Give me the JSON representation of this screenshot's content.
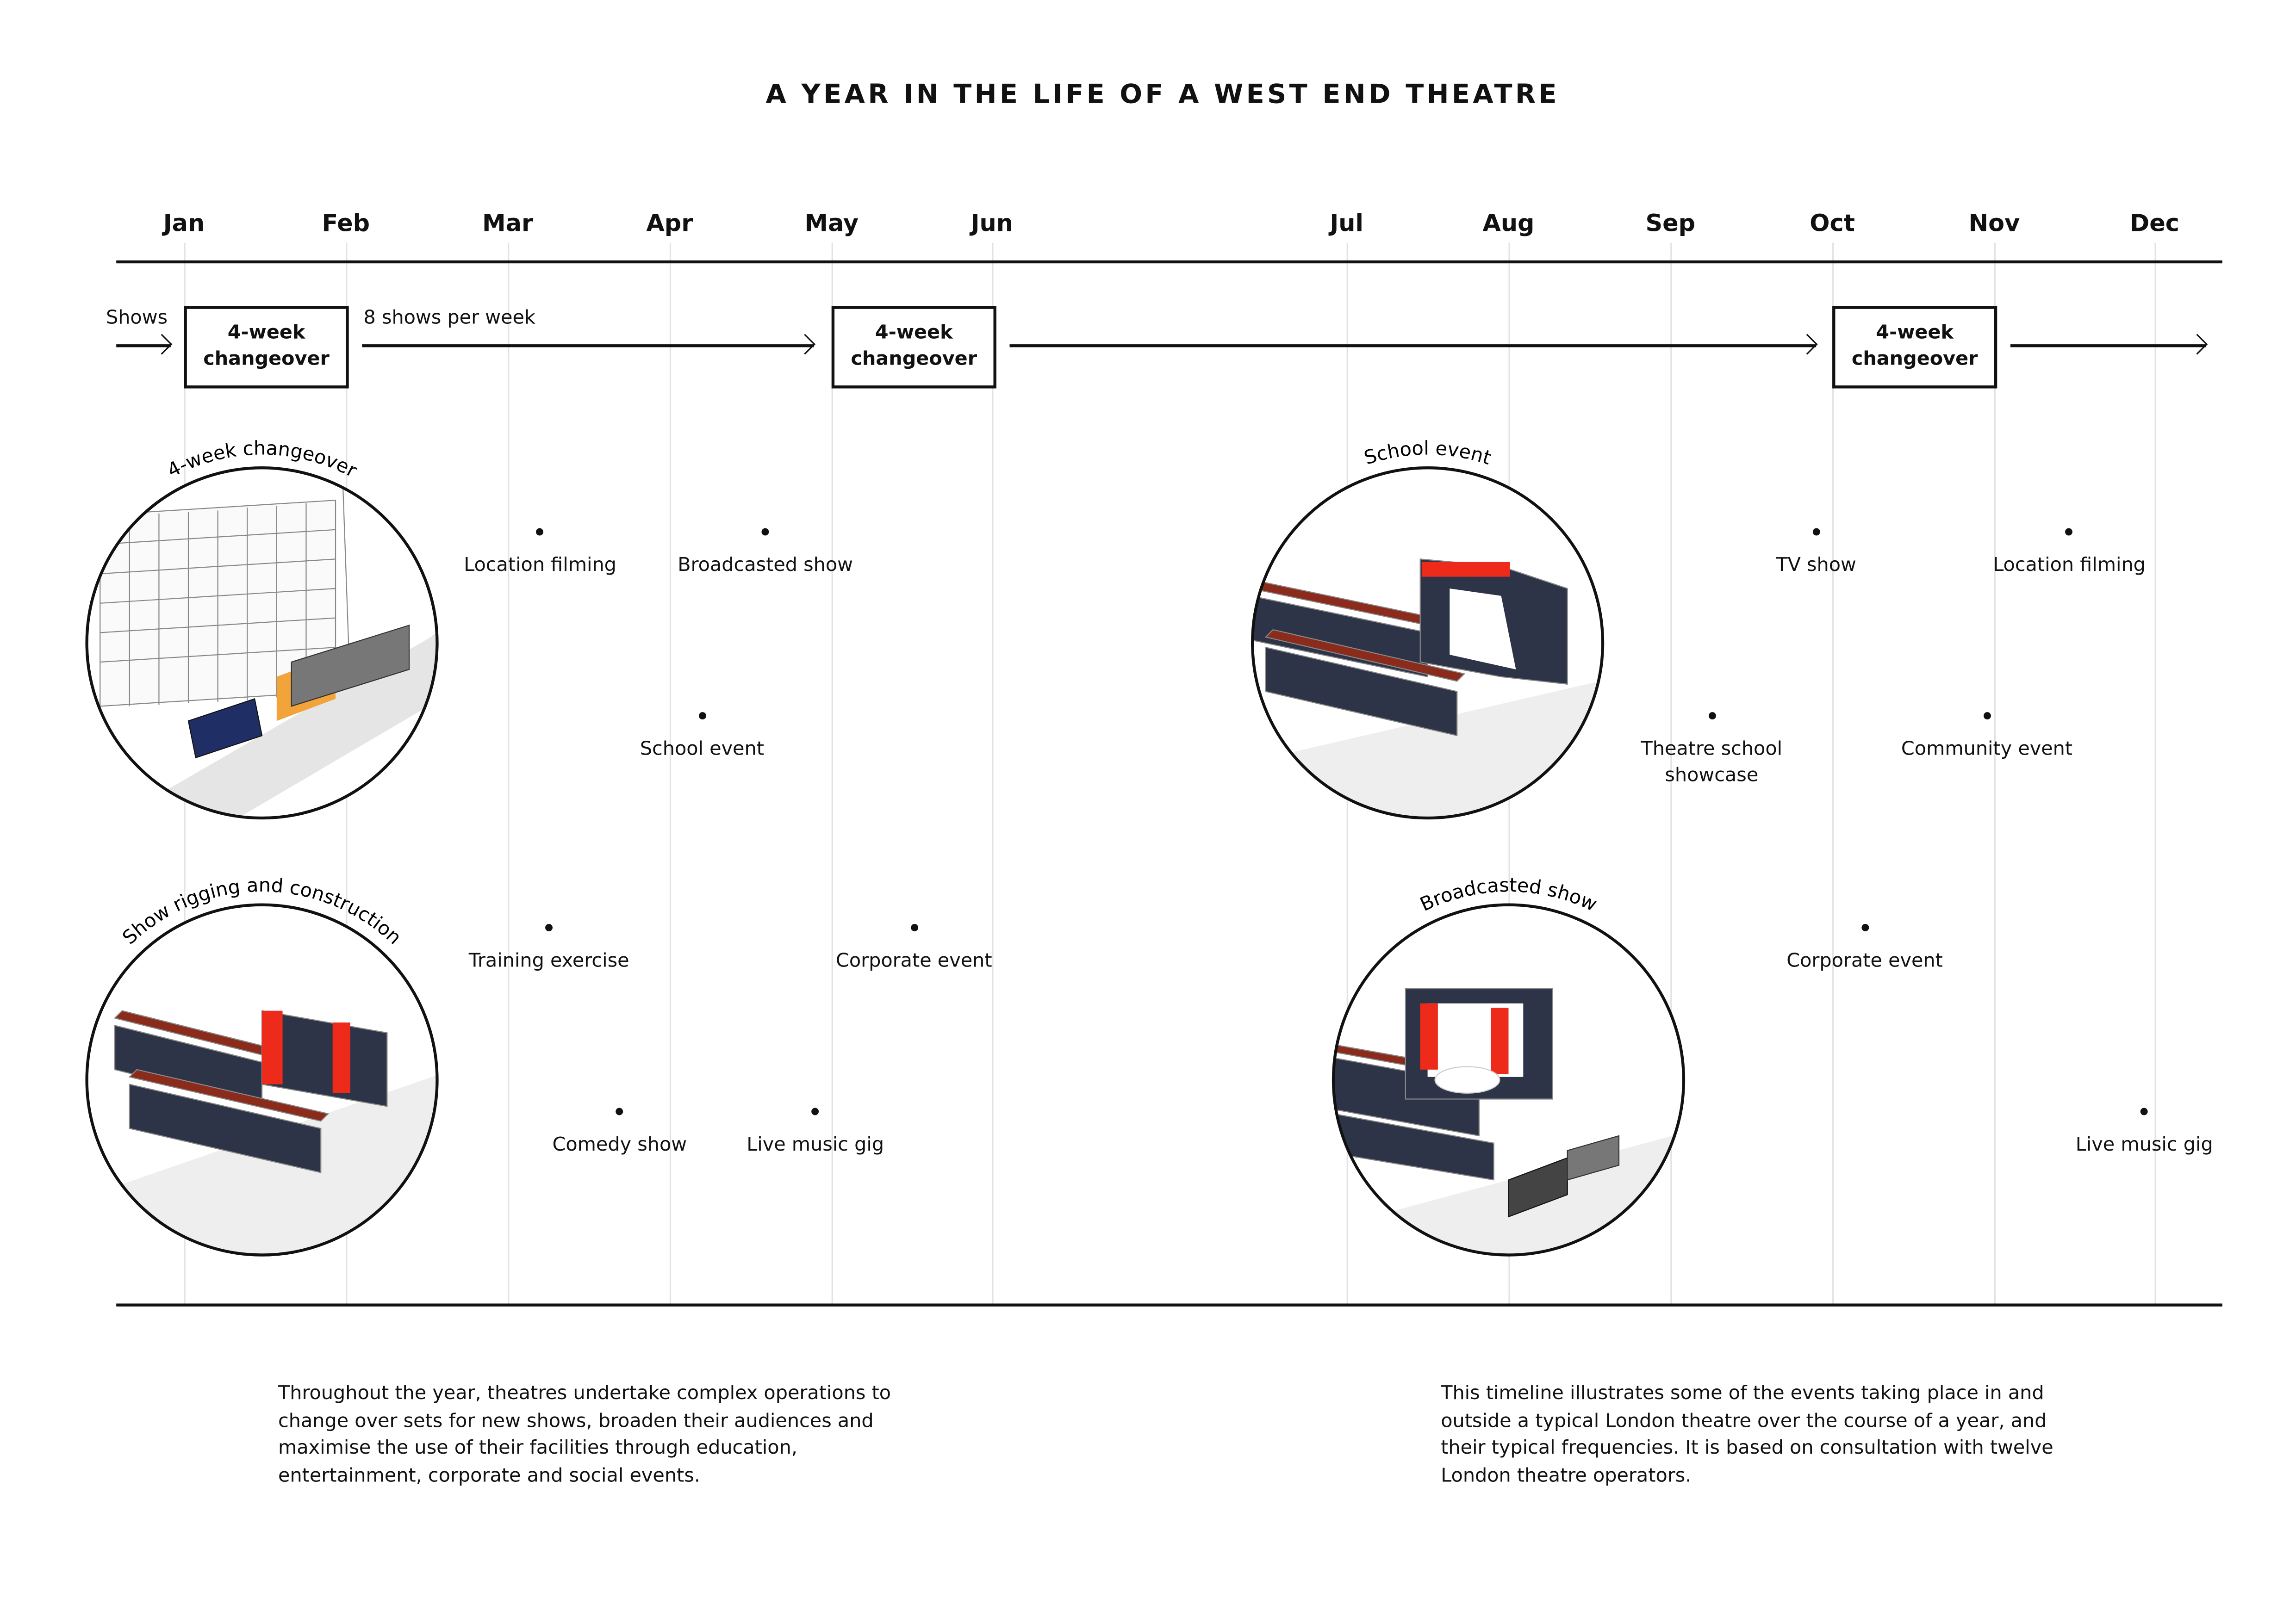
{
  "title": "A YEAR IN THE LIFE OF A WEST END THEATRE",
  "months": [
    "Jan",
    "Feb",
    "Mar",
    "Apr",
    "May",
    "Jun",
    "Jul",
    "Aug",
    "Sep",
    "Oct",
    "Nov",
    "Dec"
  ],
  "flow": {
    "start_label": "Shows",
    "middle_label": "8 shows per week",
    "changeover_line1": "4-week",
    "changeover_line2": "changeover"
  },
  "events": [
    "Location filming",
    "Broadcasted show",
    "School event",
    "Training exercise",
    "Corporate event",
    "Comedy show",
    "Live music gig",
    "TV show",
    "Location filming",
    "Theatre school showcase",
    "Community event",
    "Corporate event",
    "Live music gig"
  ],
  "illustrations": [
    "4-week changeover",
    "Show rigging and construction",
    "School event",
    "Broadcasted show"
  ],
  "paragraphs": {
    "left": "Throughout the year, theatres undertake complex operations to change over sets for new shows, broaden their audiences and maximise the use of their facilities through education, entertainment, corporate and social events.",
    "right": "This timeline illustrates some of the events taking place in and outside a typical London theatre over the course of a year, and their typical frequencies. It is based on consultation with twelve London theatre operators."
  },
  "colors": {
    "navy": "#2e3447",
    "red": "#ee2a1b",
    "seat": "#8a2b1c",
    "ink": "#111111"
  }
}
